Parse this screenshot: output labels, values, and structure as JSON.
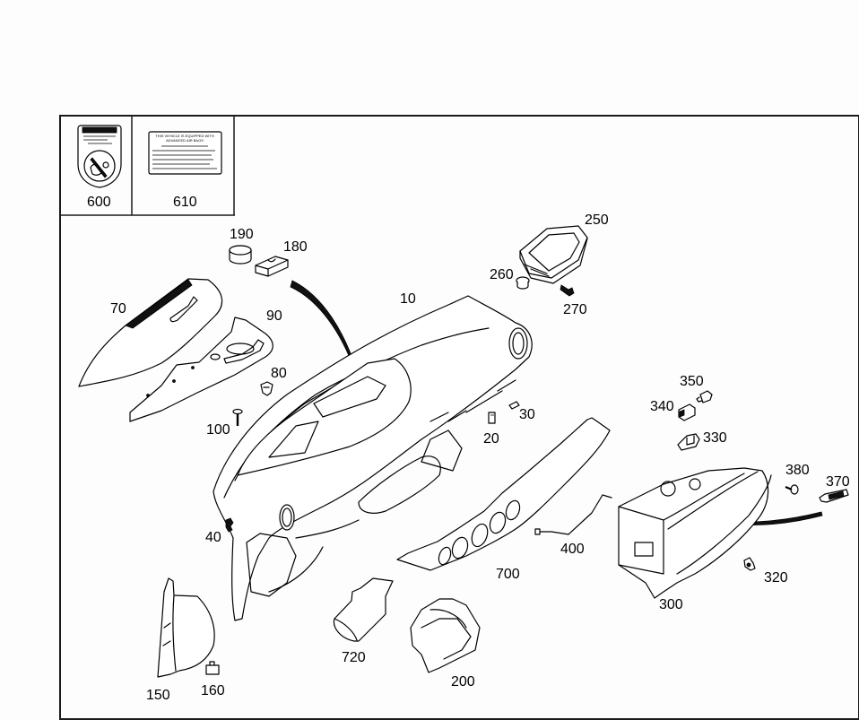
{
  "diagram": {
    "title": "Instrument panel exploded parts view",
    "header_boxes": [
      {
        "part": "600",
        "description": "child-seat warning label"
      },
      {
        "part": "610",
        "description": "advanced air bag information label",
        "label_heading": "THIS VEHICLE IS EQUIPPED WITH ADVANCED AIR BAGS"
      }
    ],
    "parts": [
      {
        "id": "p10",
        "number": "10",
        "name": "instrument-panel"
      },
      {
        "id": "p20",
        "number": "20",
        "name": "clip"
      },
      {
        "id": "p30",
        "number": "30",
        "name": "clip"
      },
      {
        "id": "p40",
        "number": "40",
        "name": "clip"
      },
      {
        "id": "p70",
        "number": "70",
        "name": "trim-cover"
      },
      {
        "id": "p80",
        "number": "80",
        "name": "clip"
      },
      {
        "id": "p90",
        "number": "90",
        "name": "insulation-panel"
      },
      {
        "id": "p100",
        "number": "100",
        "name": "screw"
      },
      {
        "id": "p150",
        "number": "150",
        "name": "side-trim"
      },
      {
        "id": "p160",
        "number": "160",
        "name": "clip"
      },
      {
        "id": "p180",
        "number": "180",
        "name": "pad"
      },
      {
        "id": "p190",
        "number": "190",
        "name": "damper"
      },
      {
        "id": "p200",
        "number": "200",
        "name": "knee-bolster"
      },
      {
        "id": "p250",
        "number": "250",
        "name": "passenger-air-bag"
      },
      {
        "id": "p260",
        "number": "260",
        "name": "grommet"
      },
      {
        "id": "p270",
        "number": "270",
        "name": "bolt"
      },
      {
        "id": "p300",
        "number": "300",
        "name": "glove-box"
      },
      {
        "id": "p320",
        "number": "320",
        "name": "nut"
      },
      {
        "id": "p330",
        "number": "330",
        "name": "lamp-housing"
      },
      {
        "id": "p340",
        "number": "340",
        "name": "lamp-socket"
      },
      {
        "id": "p350",
        "number": "350",
        "name": "bulb"
      },
      {
        "id": "p370",
        "number": "370",
        "name": "switch"
      },
      {
        "id": "p380",
        "number": "380",
        "name": "screw"
      },
      {
        "id": "p400",
        "number": "400",
        "name": "hose"
      },
      {
        "id": "p700",
        "number": "700",
        "name": "lower-trim-panel"
      },
      {
        "id": "p720",
        "number": "720",
        "name": "cover"
      }
    ]
  }
}
